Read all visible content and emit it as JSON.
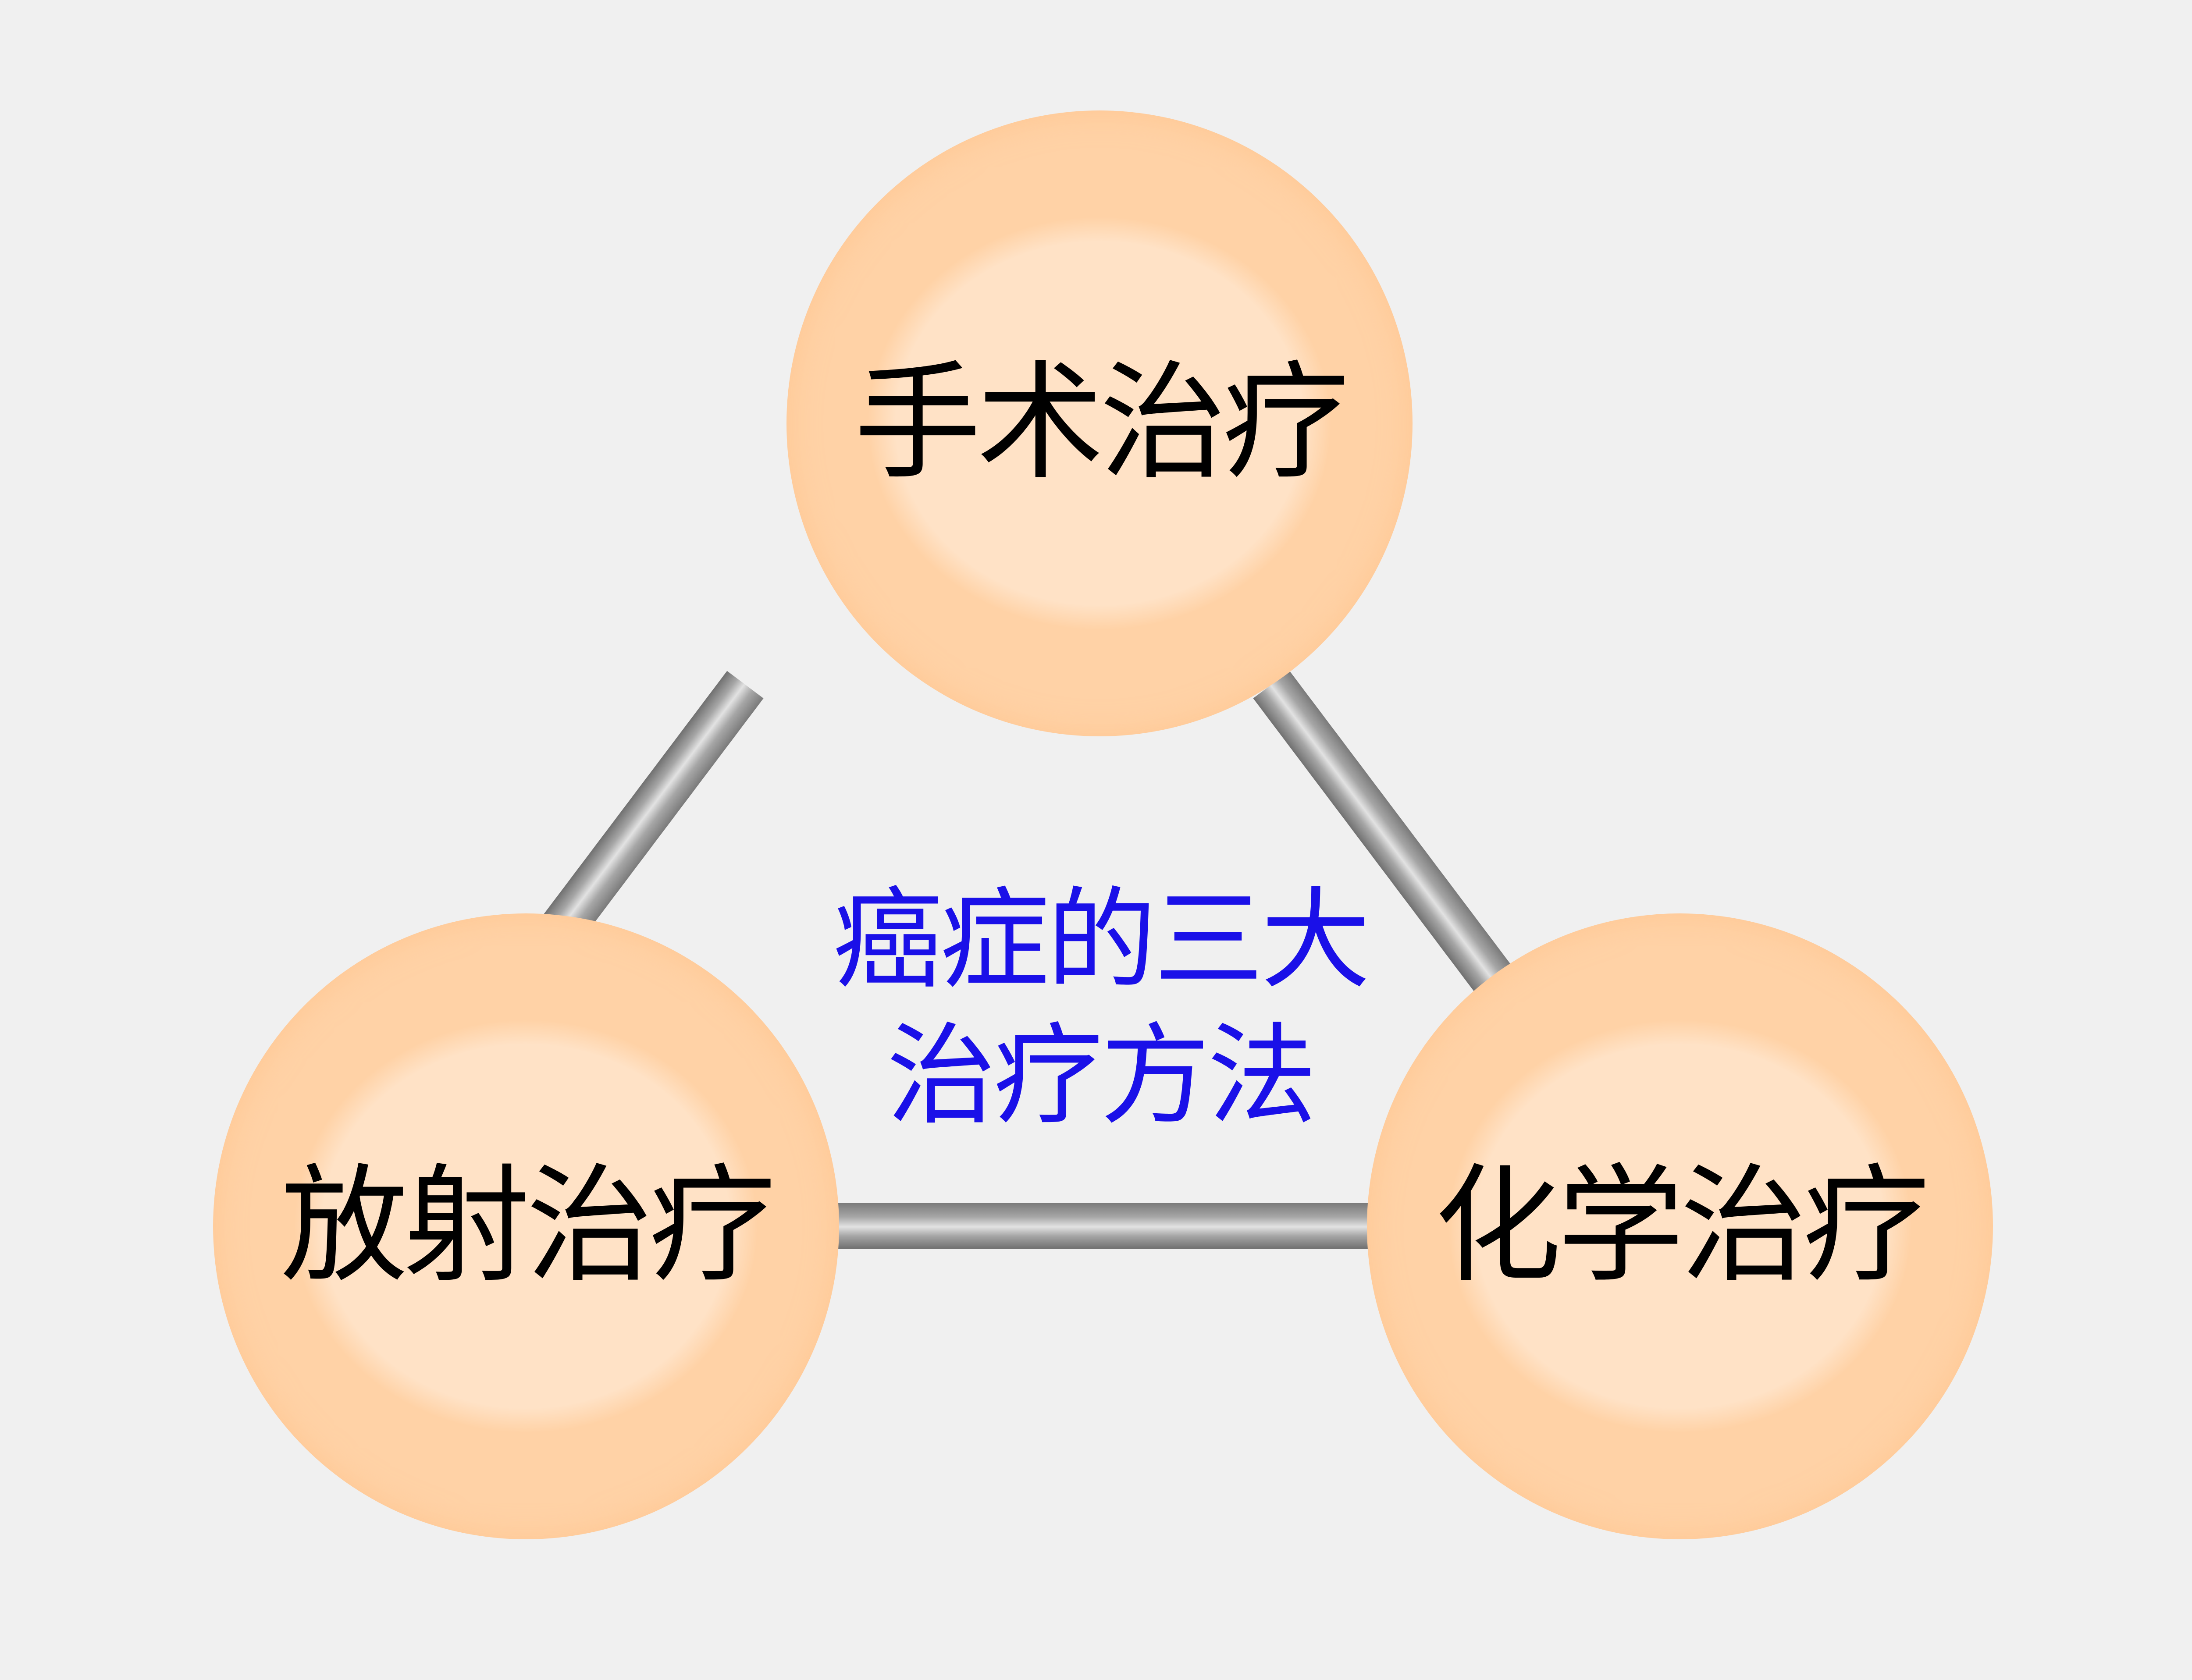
{
  "diagram": {
    "center": {
      "line1": "癌症的三大",
      "line2": "治疗方法",
      "color": "#1a10e8"
    },
    "nodes": {
      "top": {
        "label": "手术治疗"
      },
      "left": {
        "label": "放射治疗"
      },
      "right": {
        "label": "化学治疗"
      }
    },
    "colors": {
      "background": "#f0f0f0",
      "node_fill": "#ffd3a8",
      "node_inner": "#ffe2c6",
      "connector": "#a6a6a6",
      "label": "#000000"
    }
  }
}
